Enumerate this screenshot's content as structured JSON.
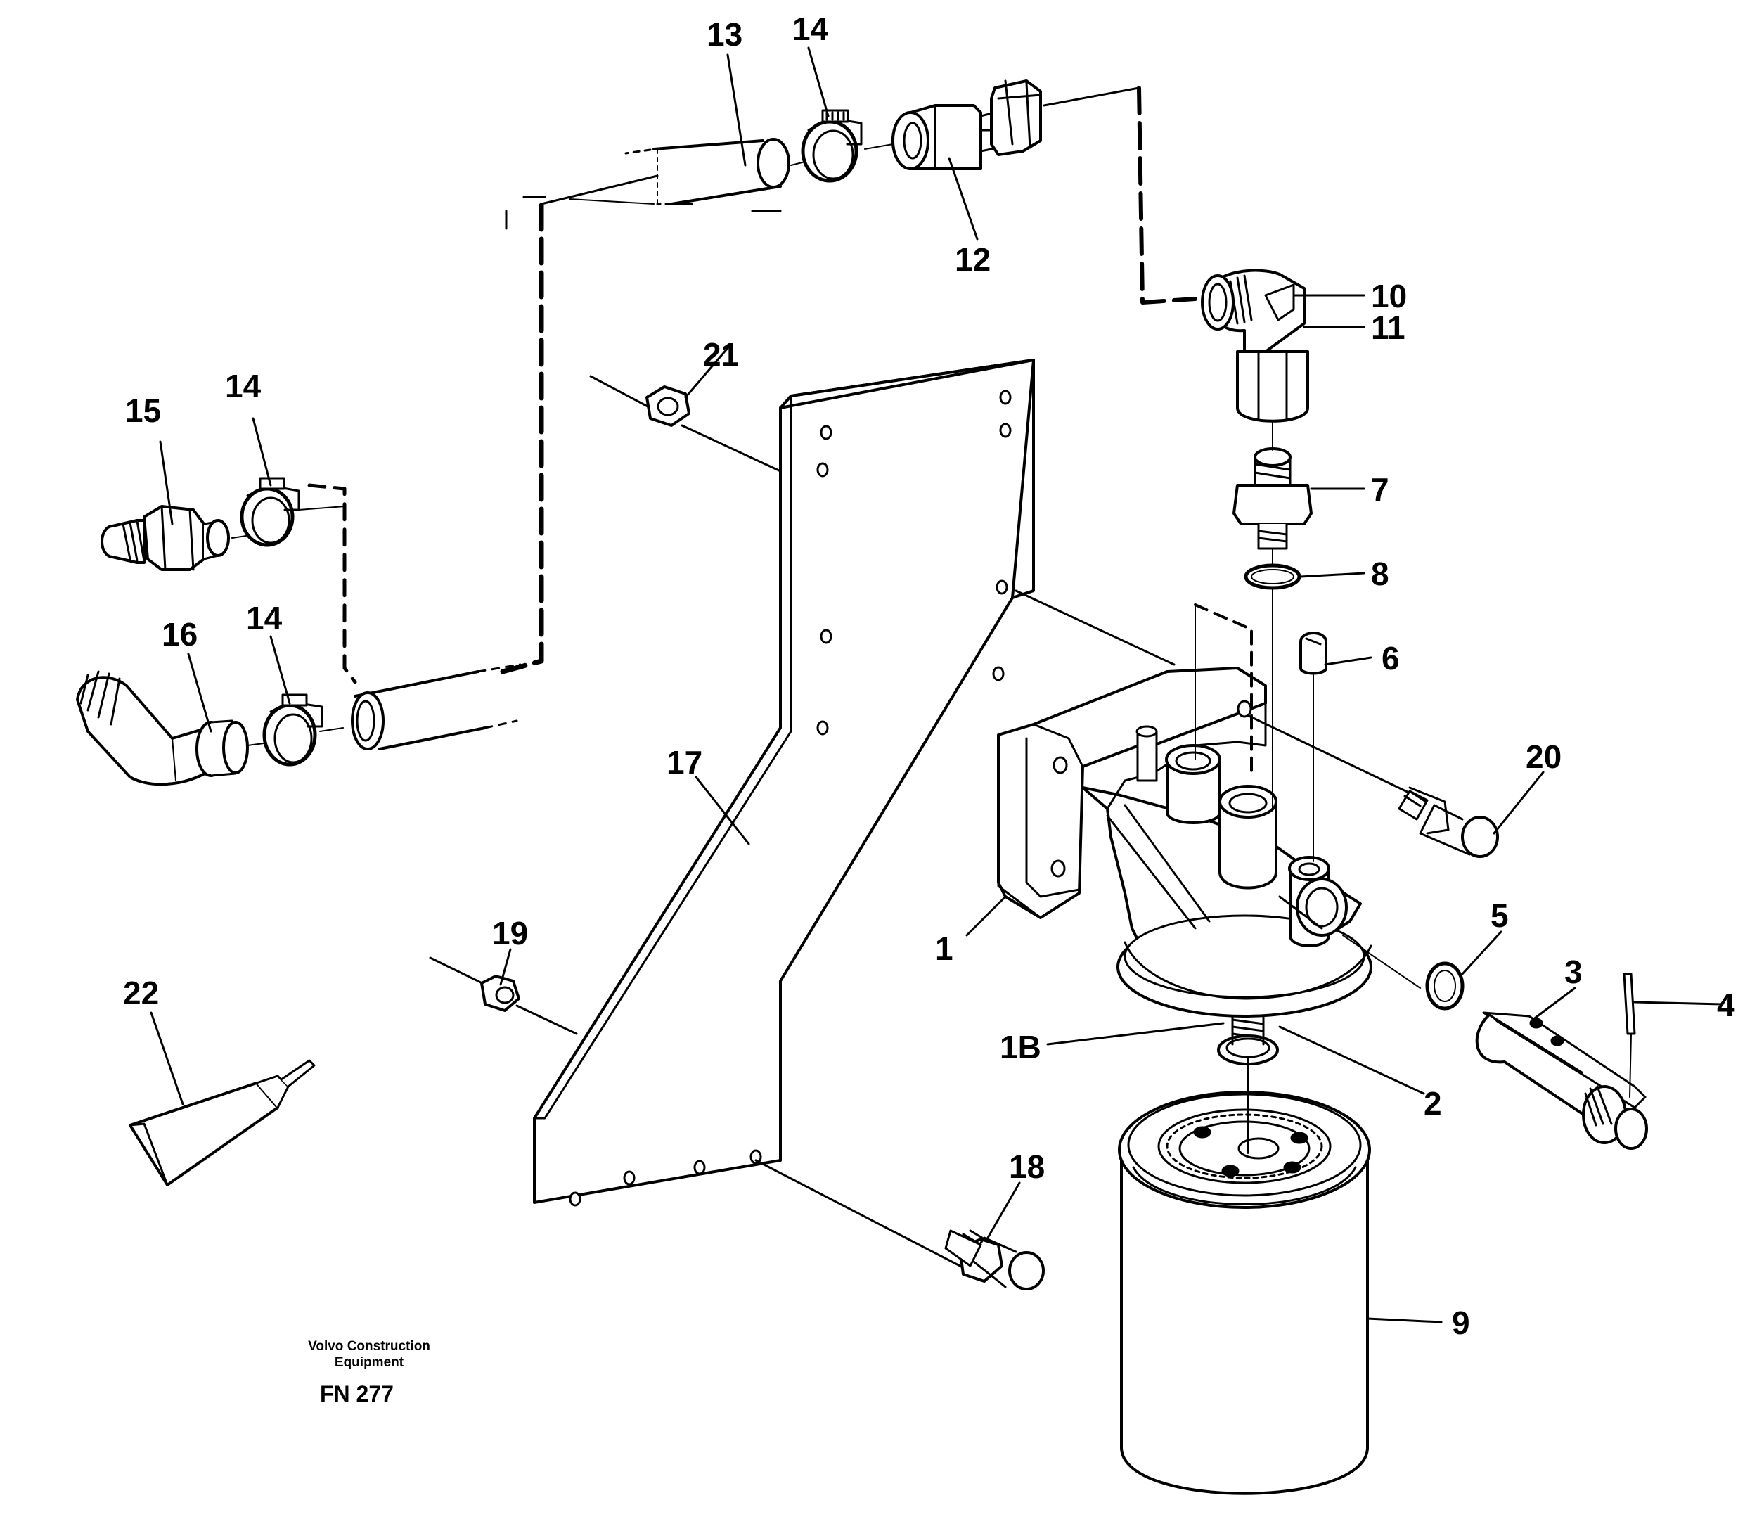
{
  "drawing": {
    "ink_color": "#000000",
    "paper_color": "#ffffff",
    "caption": {
      "company_line_1": "Volvo Construction",
      "company_line_2": "Equipment",
      "figure_number": "FN 277"
    },
    "callouts": {
      "c1": "1",
      "c1B": "1B",
      "c2": "2",
      "c3": "3",
      "c4": "4",
      "c5": "5",
      "c6": "6",
      "c7": "7",
      "c8": "8",
      "c9": "9",
      "c10": "10",
      "c11": "11",
      "c12": "12",
      "c13": "13",
      "c14a": "14",
      "c14b": "14",
      "c14c": "14",
      "c15": "15",
      "c16": "16",
      "c17": "17",
      "c18": "18",
      "c19": "19",
      "c20": "20",
      "c21": "21",
      "c22": "22"
    }
  }
}
